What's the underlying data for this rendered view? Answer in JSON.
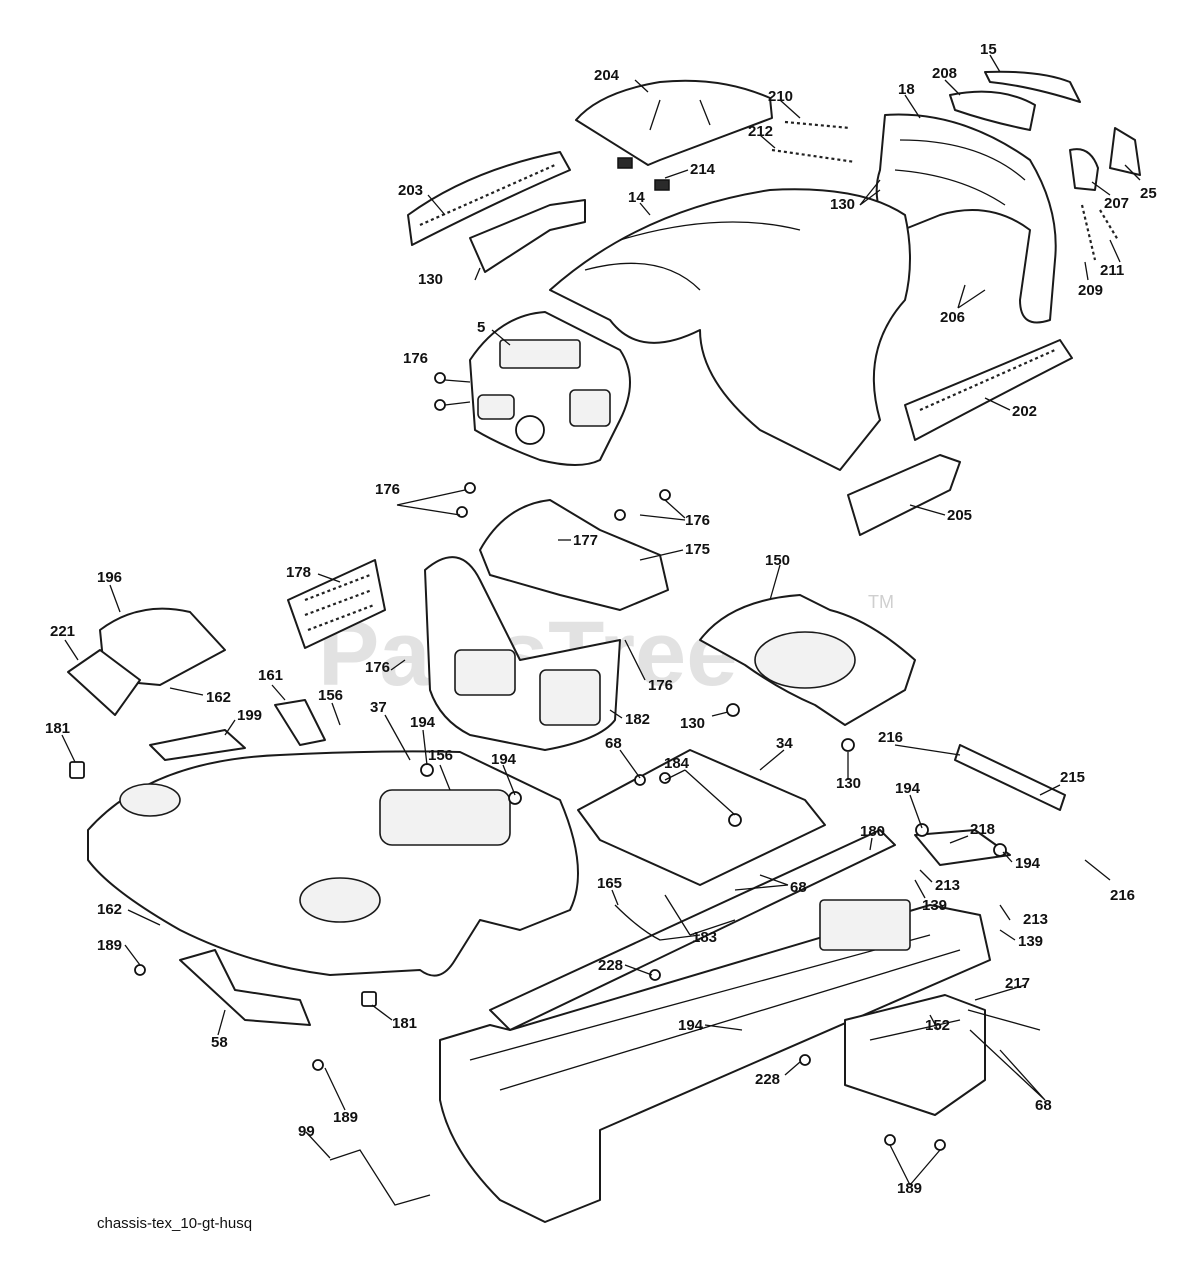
{
  "watermark": "PartsTree",
  "watermark_tm": "TM",
  "caption": "chassis-tex_10-gt-husq",
  "callouts": [
    {
      "id": "c204",
      "label": "204"
    },
    {
      "id": "c210",
      "label": "210"
    },
    {
      "id": "c212",
      "label": "212"
    },
    {
      "id": "c214",
      "label": "214"
    },
    {
      "id": "c15",
      "label": "15"
    },
    {
      "id": "c208",
      "label": "208"
    },
    {
      "id": "c18",
      "label": "18"
    },
    {
      "id": "c25",
      "label": "25"
    },
    {
      "id": "c207",
      "label": "207"
    },
    {
      "id": "c211",
      "label": "211"
    },
    {
      "id": "c209",
      "label": "209"
    },
    {
      "id": "c203",
      "label": "203"
    },
    {
      "id": "c14",
      "label": "14"
    },
    {
      "id": "c130a",
      "label": "130"
    },
    {
      "id": "c130b",
      "label": "130"
    },
    {
      "id": "c206",
      "label": "206"
    },
    {
      "id": "c5",
      "label": "5"
    },
    {
      "id": "c176a",
      "label": "176"
    },
    {
      "id": "c202",
      "label": "202"
    },
    {
      "id": "c176b",
      "label": "176"
    },
    {
      "id": "c176c",
      "label": "176"
    },
    {
      "id": "c205",
      "label": "205"
    },
    {
      "id": "c177",
      "label": "177"
    },
    {
      "id": "c175",
      "label": "175"
    },
    {
      "id": "c178",
      "label": "178"
    },
    {
      "id": "c150",
      "label": "150"
    },
    {
      "id": "c196",
      "label": "196"
    },
    {
      "id": "c221",
      "label": "221"
    },
    {
      "id": "c162a",
      "label": "162"
    },
    {
      "id": "c161",
      "label": "161"
    },
    {
      "id": "c156a",
      "label": "156"
    },
    {
      "id": "c176d",
      "label": "176"
    },
    {
      "id": "c176e",
      "label": "176"
    },
    {
      "id": "c130c",
      "label": "130"
    },
    {
      "id": "c37",
      "label": "37"
    },
    {
      "id": "c199",
      "label": "199"
    },
    {
      "id": "c181a",
      "label": "181"
    },
    {
      "id": "c182",
      "label": "182"
    },
    {
      "id": "c194a",
      "label": "194"
    },
    {
      "id": "c156b",
      "label": "156"
    },
    {
      "id": "c68a",
      "label": "68"
    },
    {
      "id": "c34",
      "label": "34"
    },
    {
      "id": "c184",
      "label": "184"
    },
    {
      "id": "c130d",
      "label": "130"
    },
    {
      "id": "c216a",
      "label": "216"
    },
    {
      "id": "c215",
      "label": "215"
    },
    {
      "id": "c194b",
      "label": "194"
    },
    {
      "id": "c194c",
      "label": "194"
    },
    {
      "id": "c218",
      "label": "218"
    },
    {
      "id": "c194d",
      "label": "194"
    },
    {
      "id": "c180",
      "label": "180"
    },
    {
      "id": "c68b",
      "label": "68"
    },
    {
      "id": "c213a",
      "label": "213"
    },
    {
      "id": "c216b",
      "label": "216"
    },
    {
      "id": "c162b",
      "label": "162"
    },
    {
      "id": "c165",
      "label": "165"
    },
    {
      "id": "c139a",
      "label": "139"
    },
    {
      "id": "c213b",
      "label": "213"
    },
    {
      "id": "c183",
      "label": "183"
    },
    {
      "id": "c139b",
      "label": "139"
    },
    {
      "id": "c189a",
      "label": "189"
    },
    {
      "id": "c228a",
      "label": "228"
    },
    {
      "id": "c217",
      "label": "217"
    },
    {
      "id": "c181b",
      "label": "181"
    },
    {
      "id": "c58",
      "label": "58"
    },
    {
      "id": "c194e",
      "label": "194"
    },
    {
      "id": "c152",
      "label": "152"
    },
    {
      "id": "c228b",
      "label": "228"
    },
    {
      "id": "c68c",
      "label": "68"
    },
    {
      "id": "c189b",
      "label": "189"
    },
    {
      "id": "c99",
      "label": "99"
    },
    {
      "id": "c189c",
      "label": "189"
    }
  ]
}
